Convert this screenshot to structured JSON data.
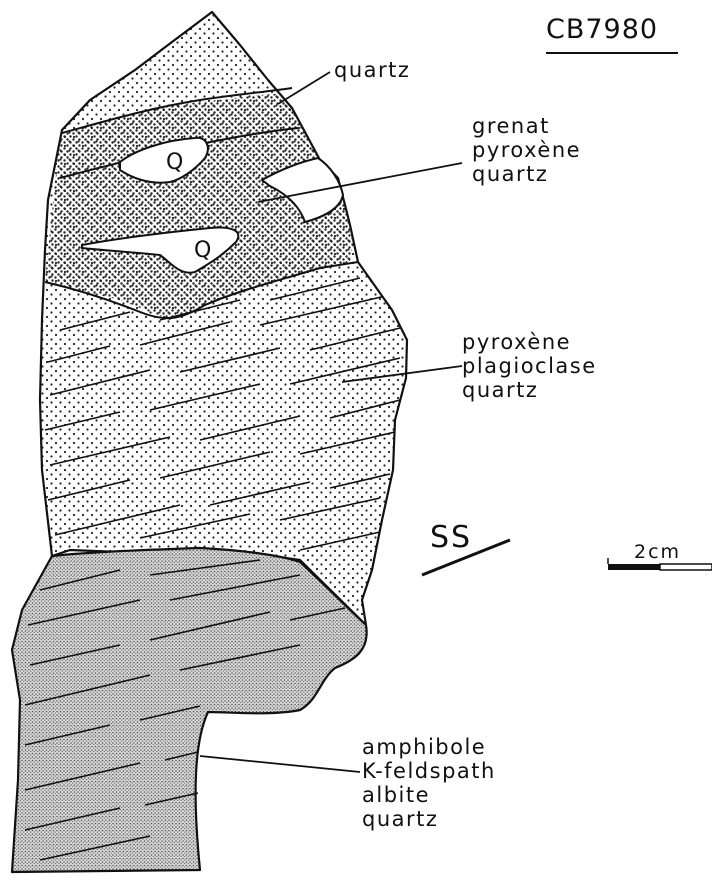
{
  "title": "CB7980",
  "zone_labels": {
    "quartz": [
      "quartz"
    ],
    "grenat": [
      "grenat",
      "pyroxène",
      "quartz"
    ],
    "pyroxene": [
      "pyroxène",
      "plagioclase",
      "quartz"
    ],
    "amphibole": [
      "amphibole",
      "K-feldspath",
      "albite",
      "quartz"
    ]
  },
  "vein_marker": "Q",
  "foliation_label": "SS",
  "scale_label": "2cm",
  "colors": {
    "ink": "#111111",
    "background": "#ffffff",
    "dark_fill": "#c8c8c8"
  }
}
